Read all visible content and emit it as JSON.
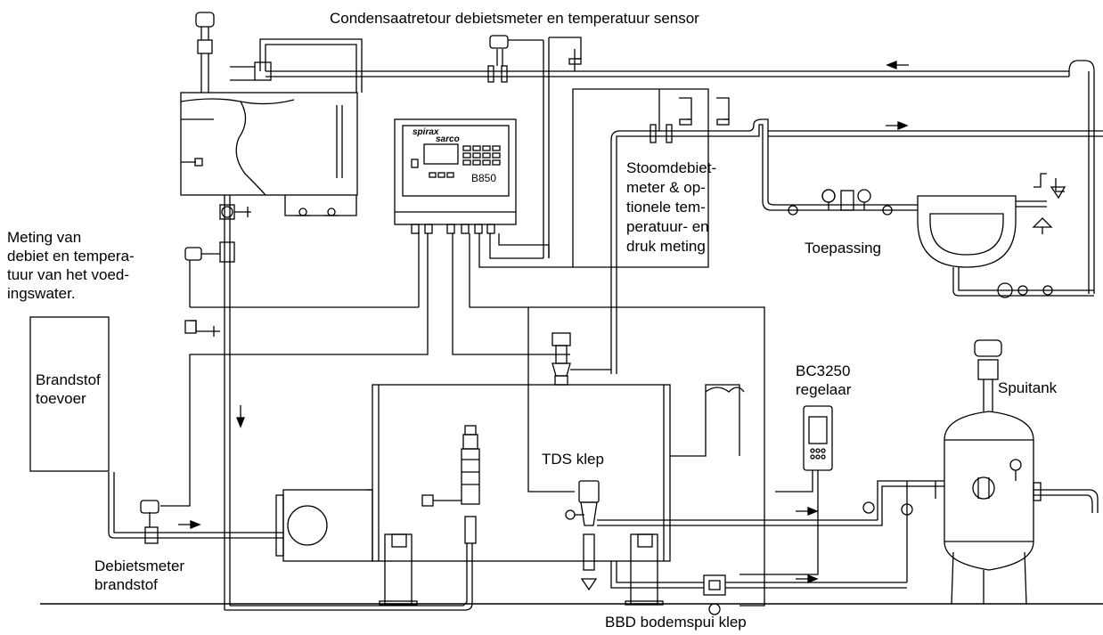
{
  "labels": {
    "condensate": "Condensaatretour debietsmeter en temperatuur sensor",
    "feedwater": [
      "Meting van",
      "debiet en tempera-",
      "tuur van het voed-",
      "ingswater."
    ],
    "fuel_supply": [
      "Brandstof",
      "toevoer"
    ],
    "fuel_meter": [
      "Debietsmeter",
      "brandstof"
    ],
    "steam_meter": [
      "Stoomdebiet-",
      "meter & op-",
      "tionele tem-",
      "peratuur- en",
      "druk meting"
    ],
    "application": "Toepassing",
    "controller": [
      "BC3250",
      "regelaar"
    ],
    "blowdown_tank": "Spuitank",
    "tds_valve": "TDS klep",
    "bbd_valve": "BBD bodemspui klep"
  },
  "device": {
    "brand_top": "spirax",
    "brand_bottom": "sarco",
    "model": "B850"
  },
  "icons": [
    "flow-arrow-icon",
    "valve-icon",
    "flow-meter-icon",
    "sensor-icon",
    "pressure-gauge-icon",
    "steam-trap-icon"
  ]
}
